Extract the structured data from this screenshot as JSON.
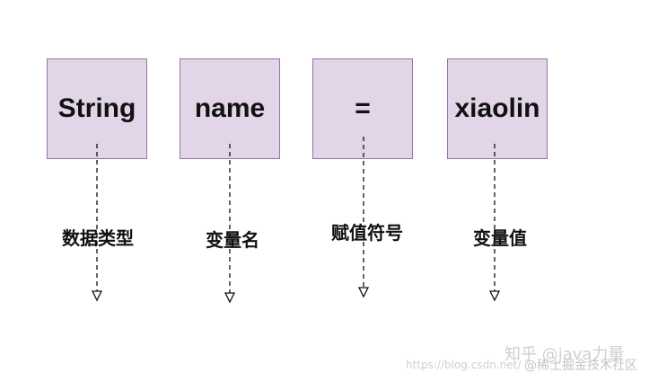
{
  "items": [
    {
      "token": "String",
      "label": "数据类型"
    },
    {
      "token": "name",
      "label": "变量名"
    },
    {
      "token": "=",
      "label": "赋值符号"
    },
    {
      "token": "xiaolin",
      "label": "变量值"
    }
  ],
  "colors": {
    "box_fill": "#e1d5e7",
    "box_border": "#9673a6",
    "arrow": "#111111"
  },
  "watermarks": {
    "zhihu": "知乎 @java力量",
    "juejin": "@稀土掘金技术社区",
    "csdn": "https://blog.csdn.net/"
  }
}
